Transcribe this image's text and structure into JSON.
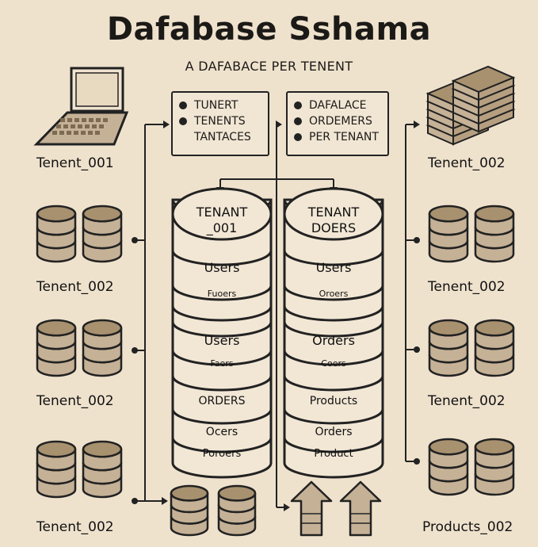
{
  "title": "Dafabase Sshama",
  "subtitle": "A DAFABACE PER TENENT",
  "colors": {
    "background": "#efe2cd",
    "stroke": "#222222",
    "cylinder_fill": "#c5b196",
    "cylinder_band": "#a8916f",
    "main_db_fill": "#f2e7d5"
  },
  "info_box_left": {
    "items": [
      {
        "text": "TUNERT",
        "bullet": true
      },
      {
        "text": "TENENTS",
        "bullet": true
      },
      {
        "text": "TANTACES",
        "bullet": false
      }
    ]
  },
  "info_box_right": {
    "items": [
      {
        "text": "DAFALACE",
        "bullet": true
      },
      {
        "text": "ORDEMERS",
        "bullet": true
      },
      {
        "text": "PER TENANT",
        "bullet": true
      }
    ]
  },
  "left_labels": [
    "Tenent_001",
    "Tenent_002",
    "Tenent_002",
    "Tenent_002"
  ],
  "right_labels": [
    "Tenent_002",
    "Tenent_002",
    "Tenent_002",
    "Products_002"
  ],
  "icons": {
    "laptop": "laptop-icon",
    "server_stack": "server-stack-icon",
    "database": "database-icon",
    "upload": "upload-arrow-icon"
  },
  "center_left_stack": {
    "header": [
      "TENANT",
      "_001"
    ],
    "segments": [
      "Users",
      "Fuoers",
      "Users",
      "Faers",
      "ORDERS",
      "Ocers",
      "Poroers"
    ]
  },
  "center_right_stack": {
    "header": [
      "TENANT",
      "DOERS"
    ],
    "segments": [
      "Users",
      "Oroers",
      "Orders",
      "Coers",
      "Products",
      "Orders",
      "Product"
    ]
  }
}
